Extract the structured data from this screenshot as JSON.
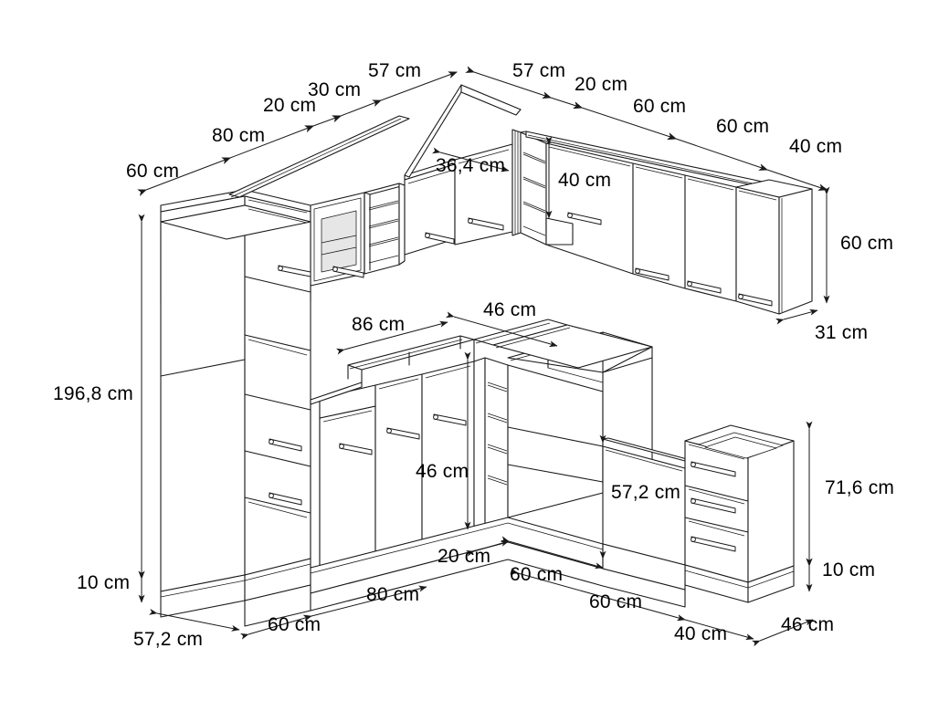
{
  "drawing": {
    "title": "L-shaped kitchen cabinet set — isometric dimension drawing",
    "unit": "cm",
    "line_color": "#1a1a1a",
    "fill_color": "#ffffff",
    "glass_color": "#e8e8e8"
  },
  "dimensions": {
    "upper_left_depth_60": "60 cm",
    "upper_left_run_80": "80 cm",
    "upper_left_20": "20 cm",
    "upper_left_30": "30 cm",
    "upper_left_57": "57 cm",
    "upper_right_57": "57 cm",
    "upper_right_20": "20 cm",
    "upper_right_60_a": "60 cm",
    "upper_right_60_b": "60 cm",
    "upper_right_40": "40 cm",
    "corner_door_width": "36,4 cm",
    "open_shelf_height_40": "40 cm",
    "upper_right_height_60": "60 cm",
    "upper_right_depth_31": "31 cm",
    "tall_unit_height": "196,8 cm",
    "plinth_left_10": "10 cm",
    "tall_unit_depth_572": "57,2 cm",
    "base_left_60": "60 cm",
    "base_80": "80 cm",
    "worktop_86": "86 cm",
    "worktop_46": "46 cm",
    "base_door_height_46": "46 cm",
    "corner_base_572": "57,2 cm",
    "base_20": "20 cm",
    "base_60_upper": "60 cm",
    "base_60_lower": "60 cm",
    "base_40": "40 cm",
    "base_depth_46": "46 cm",
    "drawer_unit_height_716": "71,6 cm",
    "plinth_right_10": "10 cm"
  }
}
